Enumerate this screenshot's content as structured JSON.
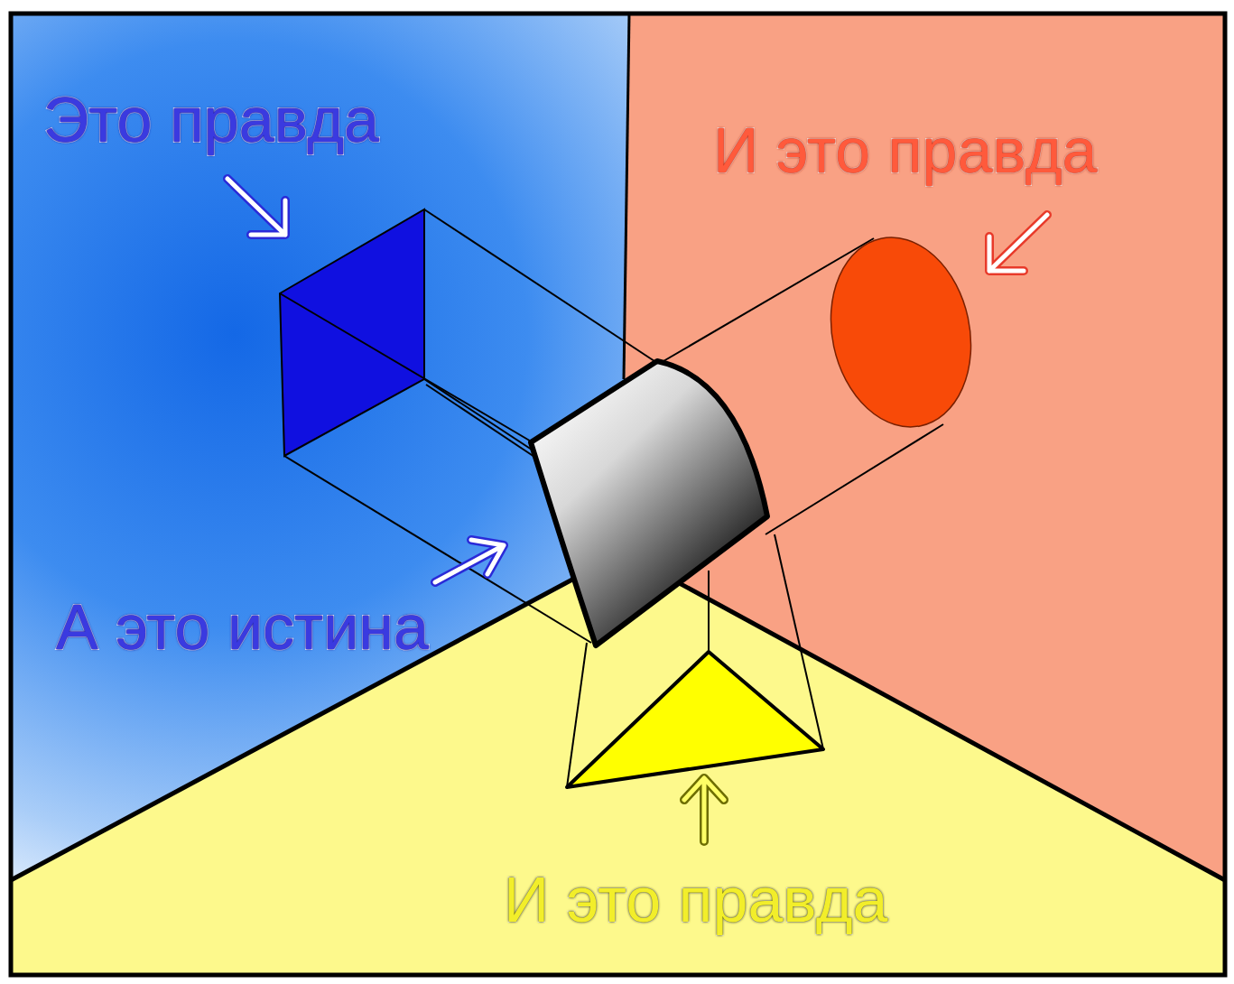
{
  "diagram": {
    "labels": [
      "Это правда",
      "И это правда",
      "А это истина",
      "И это правда"
    ]
  }
}
